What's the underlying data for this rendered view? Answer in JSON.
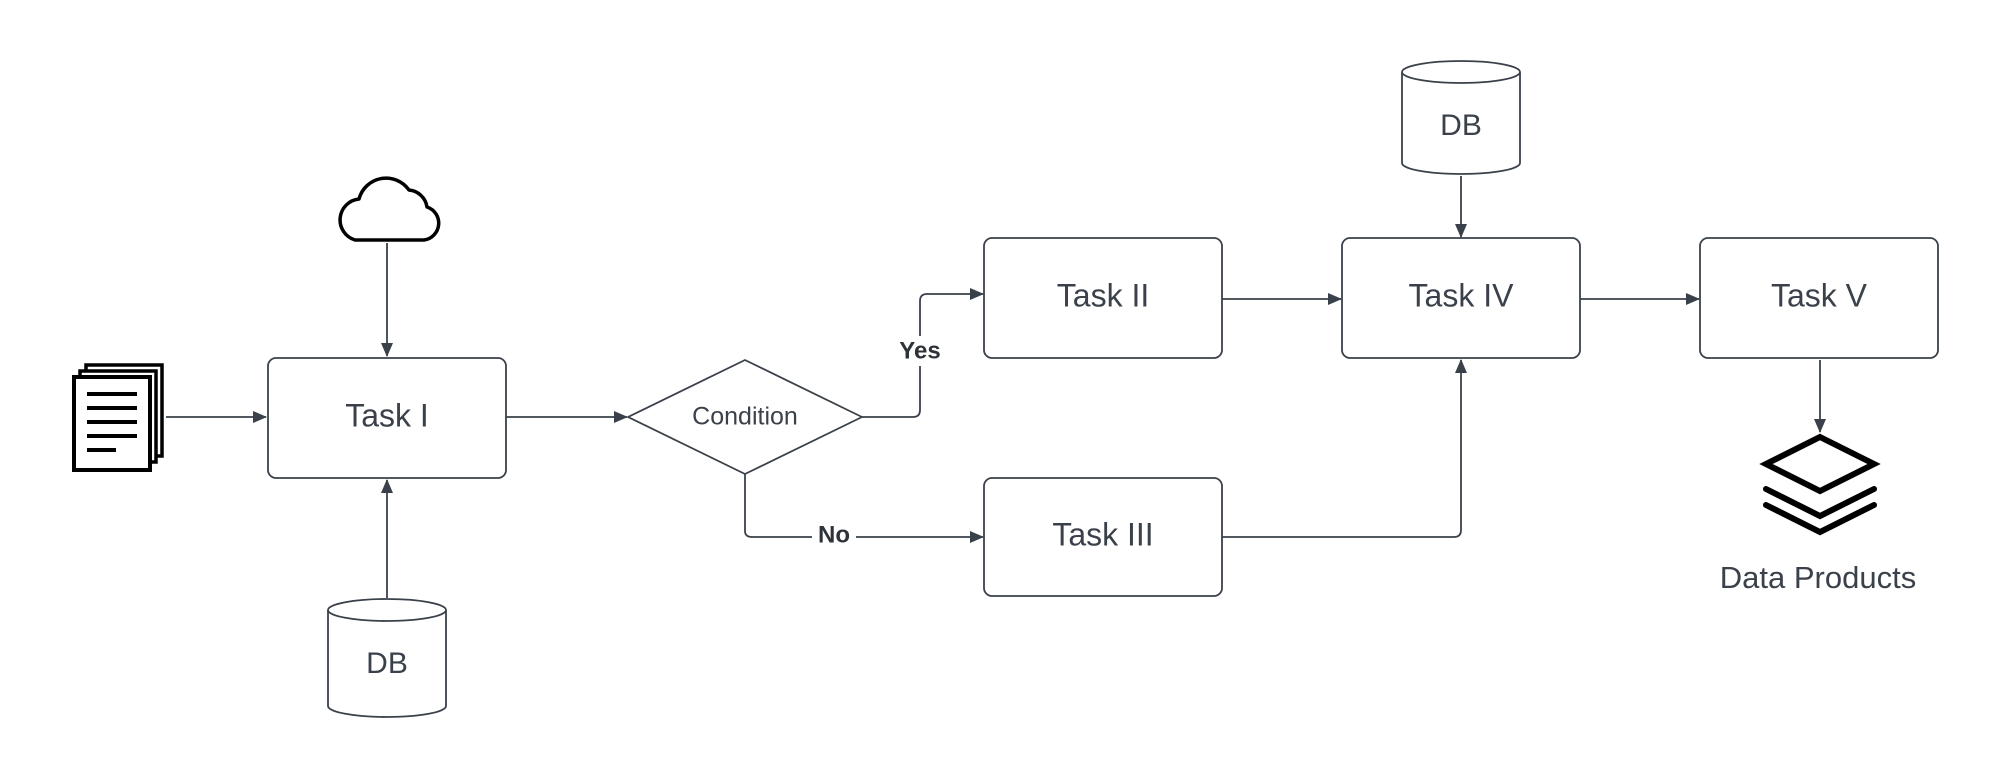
{
  "diagram": {
    "nodes": {
      "task1": {
        "label": "Task I"
      },
      "task2": {
        "label": "Task II"
      },
      "task3": {
        "label": "Task III"
      },
      "task4": {
        "label": "Task IV"
      },
      "task5": {
        "label": "Task V"
      },
      "condition": {
        "label": "Condition"
      },
      "db_bottom": {
        "label": "DB"
      },
      "db_top": {
        "label": "DB"
      },
      "data_products": {
        "label": "Data Products",
        "icon": "layers-icon"
      },
      "cloud": {
        "icon": "cloud-icon"
      },
      "documents": {
        "icon": "documents-icon"
      }
    },
    "edges": {
      "yes_label": "Yes",
      "no_label": "No"
    }
  },
  "colors": {
    "stroke": "#3a414a",
    "text": "#3a414a",
    "background": "#ffffff",
    "icon": "#000000"
  }
}
